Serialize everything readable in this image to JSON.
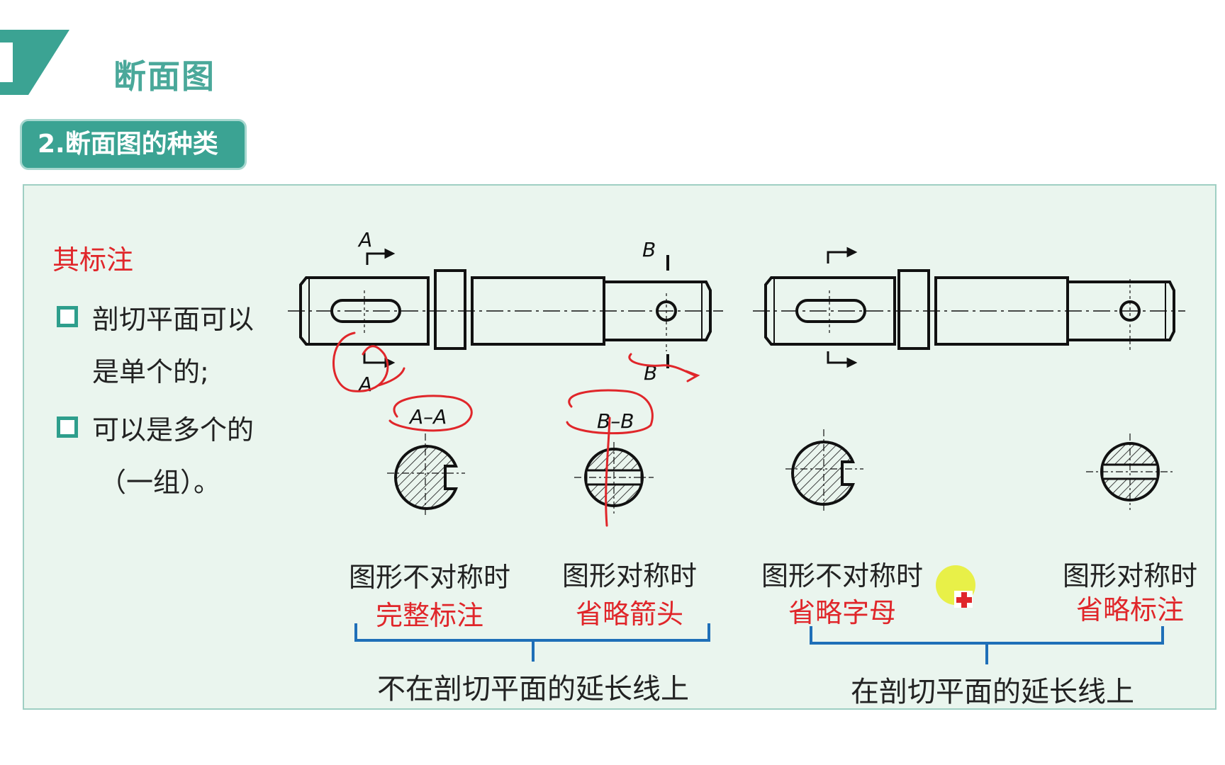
{
  "title": "断面图",
  "section": "2.断面图的种类",
  "note": {
    "heading": "其标注",
    "bullets": [
      {
        "line1": "剖切平面可以",
        "line2": "是单个的;"
      },
      {
        "line1": "可以是多个的",
        "line2": "（一组）。"
      }
    ]
  },
  "labels": {
    "a_top": "A",
    "a_bottom": "A",
    "b_top": "B",
    "b_bottom": "B",
    "section_aa": "A–A",
    "section_bb": "B–B"
  },
  "captions": [
    {
      "black": "图形不对称时",
      "red": "完整标注"
    },
    {
      "black": "图形对称时",
      "red": "省略箭头"
    },
    {
      "black": "图形不对称时",
      "red": "省略字母"
    },
    {
      "black": "图形对称时",
      "red": "省略标注"
    }
  ],
  "groups": {
    "left": "不在剖切平面的延长线上",
    "right": "在剖切平面的延长线上"
  },
  "colors": {
    "accent": "#3ba393",
    "title": "#4aa89a",
    "red": "#e0262a",
    "brace": "#1f6fb8",
    "panel": "#eaf5ee"
  }
}
